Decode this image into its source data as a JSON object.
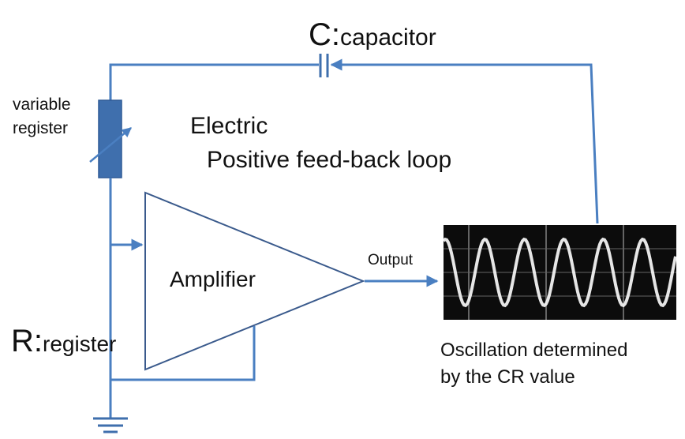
{
  "capacitor": {
    "symbol": "C:",
    "label": "capacitor"
  },
  "variable_resistor": {
    "line1": "variable",
    "line2": "register"
  },
  "loop": {
    "line1": "Electric",
    "line2": "Positive feed-back loop"
  },
  "amplifier": {
    "label": "Amplifier"
  },
  "output": {
    "label": "Output"
  },
  "oscillation": {
    "line1": "Oscillation determined",
    "line2": "by the CR value"
  },
  "resistor": {
    "symbol": "R:",
    "label": "register"
  },
  "colors": {
    "wire": "#4a7fc1",
    "component": "#3f6fad",
    "amplifier_outline": "#3a5a8c",
    "scope_bg": "#0c0c0c"
  }
}
